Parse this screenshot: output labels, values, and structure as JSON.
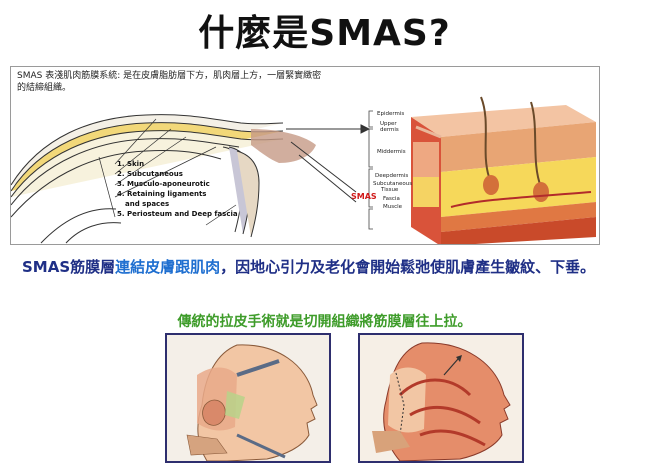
{
  "title": "什麼是SMAS?",
  "diagram": {
    "caption_line1": "SMAS 表淺肌肉筋膜系統: 是在皮膚脂肪層下方，肌肉層上方，一層緊實緻密",
    "caption_line2": "的結締組織。",
    "legend": [
      "1. Skin",
      "2. Subcutaneous",
      "3. Musculo-aponeurotic",
      "4. Retaining ligaments",
      "and spaces",
      "5. Periosteum and Deep fascia"
    ],
    "labels": {
      "epidermis": "Epidermis",
      "upper_dermis_1": "Upper",
      "upper_dermis_2": "dermis",
      "middermis": "Middermis",
      "deepdermis": "Deepdermis",
      "subcutaneous_1": "Subcutaneous",
      "subcutaneous_2": "Tissue",
      "smas": "SMAS",
      "fascia": "Fascia",
      "muscle": "Muscle"
    }
  },
  "description": {
    "part1": "SMAS筋膜層",
    "part2": "連結皮膚跟肌肉",
    "part3": "，因地心引力及老化會開始鬆弛使肌膚產生皺紋、下垂。"
  },
  "note": "傳統的拉皮手術就是切開組織將筋膜層往上拉。"
}
